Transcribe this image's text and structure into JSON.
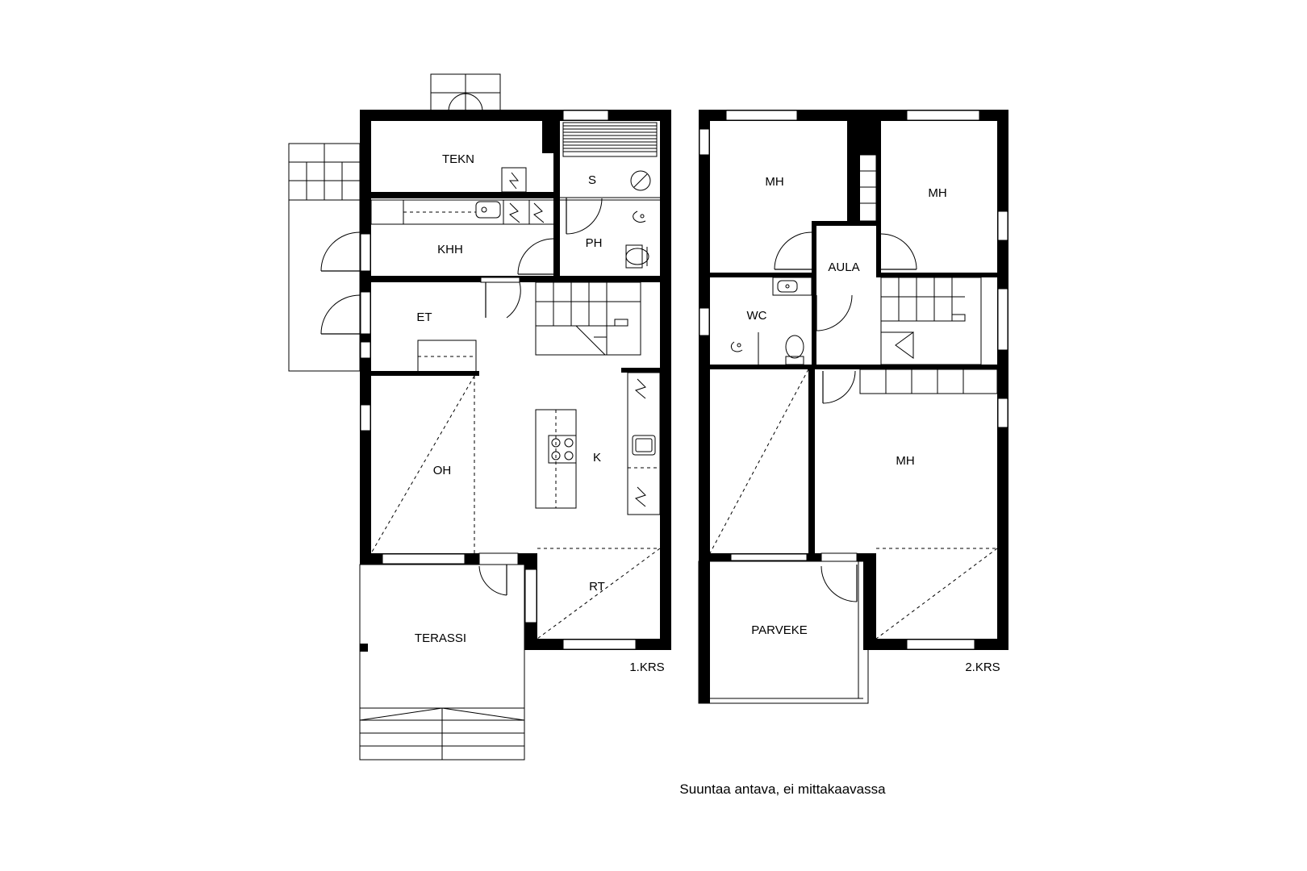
{
  "floor1": {
    "label": "1.KRS",
    "rooms": {
      "tekn": "TEKN",
      "s": "S",
      "ph": "PH",
      "khh": "KHH",
      "et": "ET",
      "oh": "OH",
      "k": "K",
      "rt": "RT",
      "terassi": "TERASSI"
    }
  },
  "floor2": {
    "label": "2.KRS",
    "rooms": {
      "mh_nw": "MH",
      "mh_ne": "MH",
      "aula": "AULA",
      "wc": "WC",
      "mh_main": "MH",
      "parveke": "PARVEKE"
    }
  },
  "note": "Suuntaa antava, ei mittakaavassa"
}
